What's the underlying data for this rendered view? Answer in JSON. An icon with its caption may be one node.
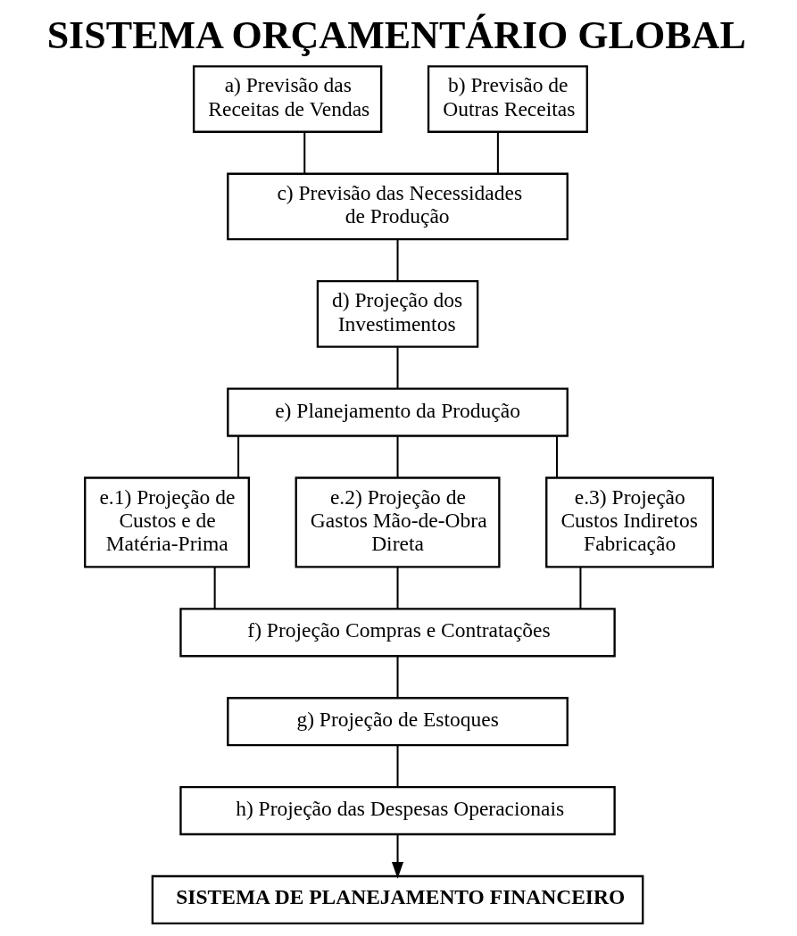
{
  "diagram": {
    "title": "SISTEMA ORÇAMENTÁRIO GLOBAL",
    "nodes": [
      {
        "text": [
          "a) Previsão das Receitas de Vendas"
        ]
      },
      {
        "text": [
          "b) Previsão de Outras Receitas"
        ]
      },
      {
        "text": [
          "c) Previsão das Necessidades de Produção"
        ]
      },
      {
        "text": [
          "d) Projeção dos Investimentos"
        ]
      },
      {
        "text": [
          "e) Planejamento da Produção"
        ]
      },
      {
        "text": [
          "e.1) Projeção de Custos e de Matéria-Prima"
        ]
      },
      {
        "text": [
          "e.2) Projeção de Gastos Mão-de-Obra Direta"
        ]
      },
      {
        "text": [
          "e.3) Projeção Custos Indiretos Fabricação"
        ]
      },
      {
        "text": [
          "f) Projeção Compras e Contratações"
        ]
      },
      {
        "text": [
          "g) Projeção de Estoques"
        ]
      },
      {
        "text": [
          "h) Projeção das Despesas Operacionais"
        ]
      },
      {
        "text": [
          "SISTEMA DE PLANEJAMENTO FINANCEIRO"
        ]
      }
    ],
    "edges": [
      {
        "from": 0,
        "to": 2,
        "arrow": "none"
      },
      {
        "from": 1,
        "to": 2,
        "arrow": "none"
      },
      {
        "from": 2,
        "to": 3,
        "arrow": "none"
      },
      {
        "from": 3,
        "to": 4,
        "arrow": "none"
      },
      {
        "from": 4,
        "to": 5,
        "arrow": "none"
      },
      {
        "from": 4,
        "to": 6,
        "arrow": "none"
      },
      {
        "from": 4,
        "to": 7,
        "arrow": "none"
      },
      {
        "from": 5,
        "to": 8,
        "arrow": "none"
      },
      {
        "from": 6,
        "to": 8,
        "arrow": "none"
      },
      {
        "from": 7,
        "to": 8,
        "arrow": "none"
      },
      {
        "from": 8,
        "to": 9,
        "arrow": "none"
      },
      {
        "from": 9,
        "to": 10,
        "arrow": "none"
      },
      {
        "from": 10,
        "to": 11,
        "arrow": "to"
      }
    ]
  }
}
